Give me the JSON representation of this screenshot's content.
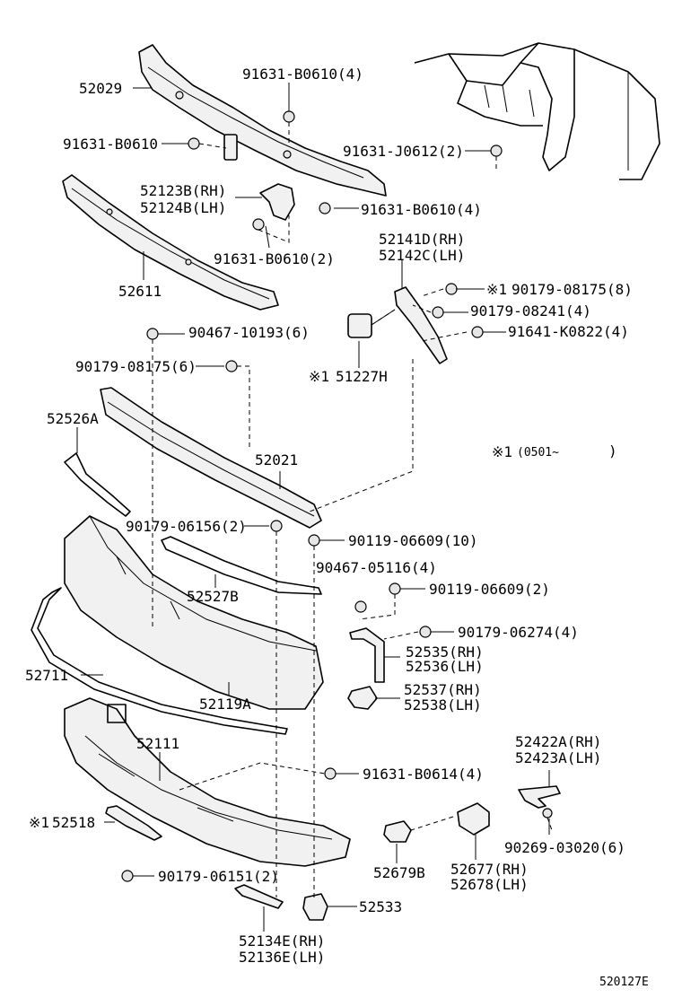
{
  "diagram_code": "520127E",
  "footnote": {
    "mark": "※1",
    "text": "(0501~",
    "close": ")"
  },
  "labels": {
    "p52029": "52029",
    "p91631_b0610_4_top": "91631-B0610(4)",
    "p91631_b0610": "91631-B0610",
    "p91631_j0612_2": "91631-J0612(2)",
    "p52123b_rh": "52123B(RH)",
    "p52124b_lh": "52124B(LH)",
    "p91631_b0610_4_mid": "91631-B0610(4)",
    "p91631_b0610_2": "91631-B0610(2)",
    "p52611": "52611",
    "p52141d_rh": "52141D(RH)",
    "p52142c_lh": "52142C(LH)",
    "p90179_08175_8": "90179-08175(8)",
    "p90179_08241_4": "90179-08241(4)",
    "p91641_k0822_4": "91641-K0822(4)",
    "p51227h": "51227H",
    "p90467_10193_6": "90467-10193(6)",
    "p90179_08175_6": "90179-08175(6)",
    "p52526a": "52526A",
    "p52021": "52021",
    "p90179_06156_2": "90179-06156(2)",
    "p90119_06609_10": "90119-06609(10)",
    "p90467_05116_4": "90467-05116(4)",
    "p52527b": "52527B",
    "p90119_06609_2": "90119-06609(2)",
    "p90179_06274_4": "90179-06274(4)",
    "p52535_rh": "52535(RH)",
    "p52536_lh": "52536(LH)",
    "p52711": "52711",
    "p52119a": "52119A",
    "p52537_rh": "52537(RH)",
    "p52538_lh": "52538(LH)",
    "p52111": "52111",
    "p52422a_rh": "52422A(RH)",
    "p52423a_lh": "52423A(LH)",
    "p91631_b0614_4": "91631-B0614(4)",
    "p52518": "52518",
    "p90269_03020_6": "90269-03020(6)",
    "p52679b": "52679B",
    "p52677_rh": "52677(RH)",
    "p52678_lh": "52678(LH)",
    "p90179_06151_2": "90179-06151(2)",
    "p52533": "52533",
    "p52134e_rh": "52134E(RH)",
    "p52136e_lh": "52136E(LH)",
    "mark": "※1"
  }
}
